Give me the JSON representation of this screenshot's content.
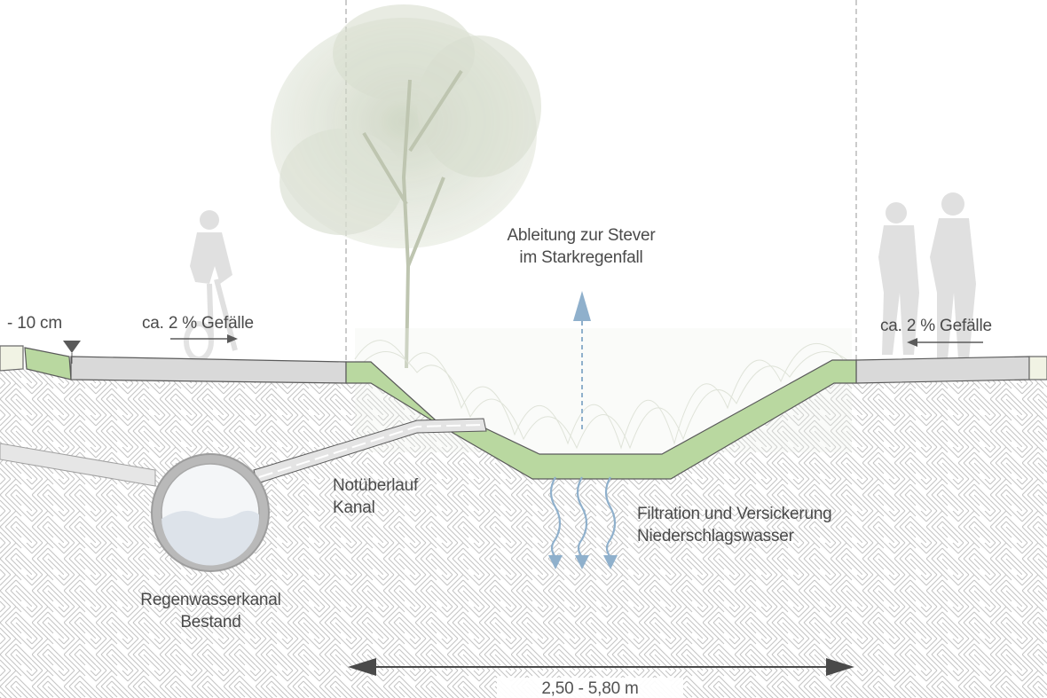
{
  "labels": {
    "height_offset": "- 10 cm",
    "slope_left": "ca. 2 % Gefälle",
    "slope_right": "ca. 2 % Gefälle",
    "drainage_line1": "Ableitung zur Stever",
    "drainage_line2": "im Starkregenfall",
    "overflow_line1": "Notüberlauf",
    "overflow_line2": "Kanal",
    "infiltration_line1": "Filtration und Versickerung",
    "infiltration_line2": "Niederschlagswasser",
    "sewer_line1": "Regenwasserkanal",
    "sewer_line2": "Bestand",
    "width_dimension": "2,50 - 5,80 m"
  },
  "colors": {
    "soil_hatch": "#bdbdbd",
    "paving": "#d9d9d9",
    "swale_green": "#b9d8a0",
    "water_arrow": "#8fb0cc",
    "outline": "#5a5a5a",
    "silhouette": "#dcdcdc",
    "tree": "#c9d2bf"
  },
  "icons": {
    "level_marker": "triangle-down-icon",
    "slope_arrow": "arrow-icon",
    "drainage_arrow": "arrow-up-icon",
    "infiltration_arrows": "wavy-arrow-down-icon",
    "dimension_arrow": "double-arrow-icon"
  }
}
